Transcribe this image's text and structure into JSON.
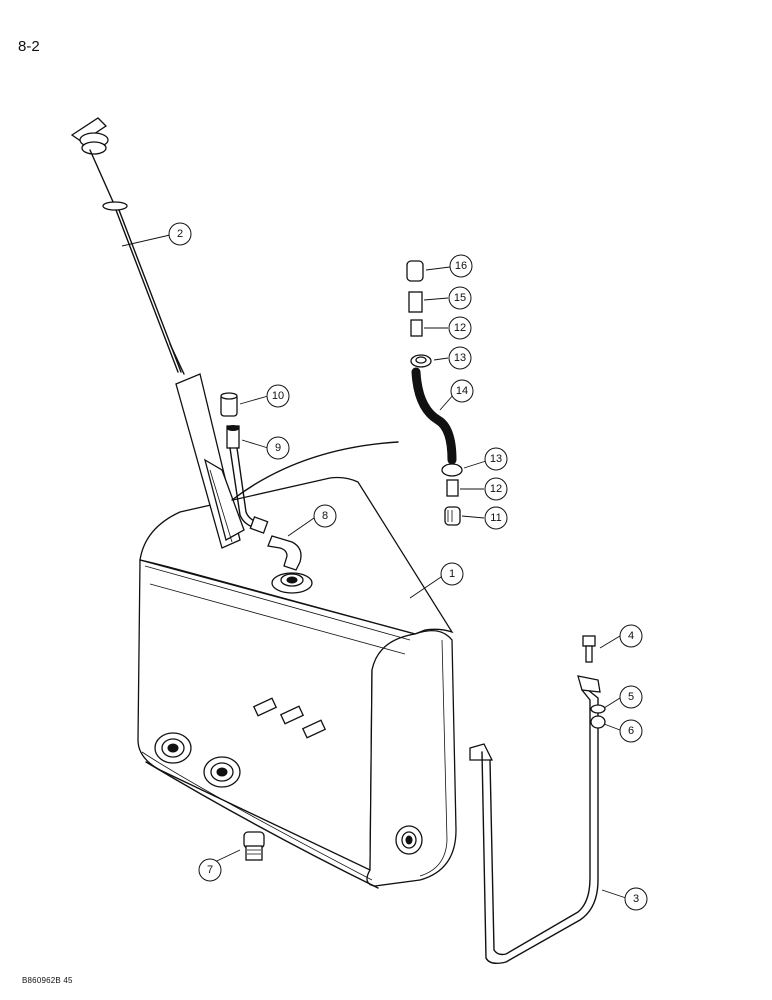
{
  "page": {
    "number": "8-2",
    "figure_code": "B860962B 45"
  },
  "callouts": [
    {
      "id": "1",
      "label": "1"
    },
    {
      "id": "2",
      "label": "2"
    },
    {
      "id": "3",
      "label": "3"
    },
    {
      "id": "4",
      "label": "4"
    },
    {
      "id": "5",
      "label": "5"
    },
    {
      "id": "6",
      "label": "6"
    },
    {
      "id": "7",
      "label": "7"
    },
    {
      "id": "8",
      "label": "8"
    },
    {
      "id": "9",
      "label": "9"
    },
    {
      "id": "10",
      "label": "10"
    },
    {
      "id": "11",
      "label": "11"
    },
    {
      "id": "12a",
      "label": "12"
    },
    {
      "id": "12b",
      "label": "12"
    },
    {
      "id": "13a",
      "label": "13"
    },
    {
      "id": "13b",
      "label": "13"
    },
    {
      "id": "14",
      "label": "14"
    },
    {
      "id": "15",
      "label": "15"
    },
    {
      "id": "16",
      "label": "16"
    }
  ]
}
